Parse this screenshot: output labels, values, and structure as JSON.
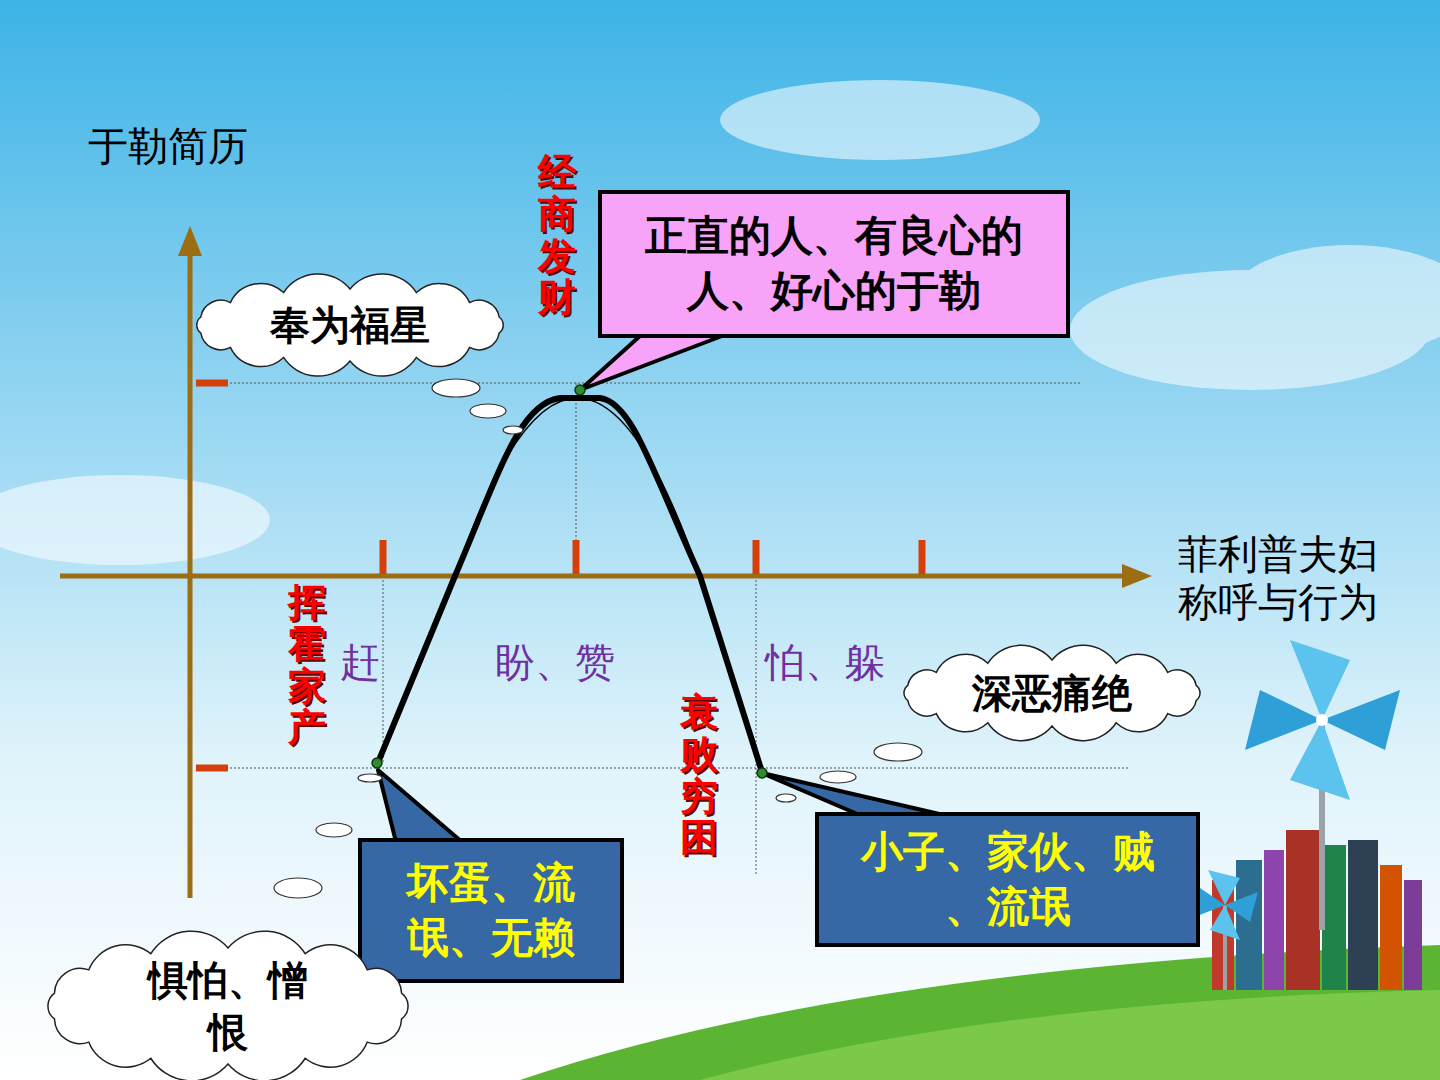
{
  "diagram": {
    "nodes": [
      {
        "text": [
          "正直的人、有良心的 人、好心的于勒"
        ]
      },
      {
        "text": [
          "奉为福星"
        ]
      },
      {
        "text": [
          "深恶痛绝"
        ]
      },
      {
        "text": [
          "坏蛋、流 氓、无赖"
        ]
      },
      {
        "text": [
          "小子、家伙、贼 、流氓"
        ]
      },
      {
        "text": [
          "惧怕、憎 恨"
        ]
      }
    ],
    "labels": [
      "于勒简历",
      "经商发财",
      "菲利普夫妇 称呼与行为",
      "挥霍家产",
      "赶",
      "盼、赞",
      "怕、躲",
      "衰败穷困"
    ]
  }
}
